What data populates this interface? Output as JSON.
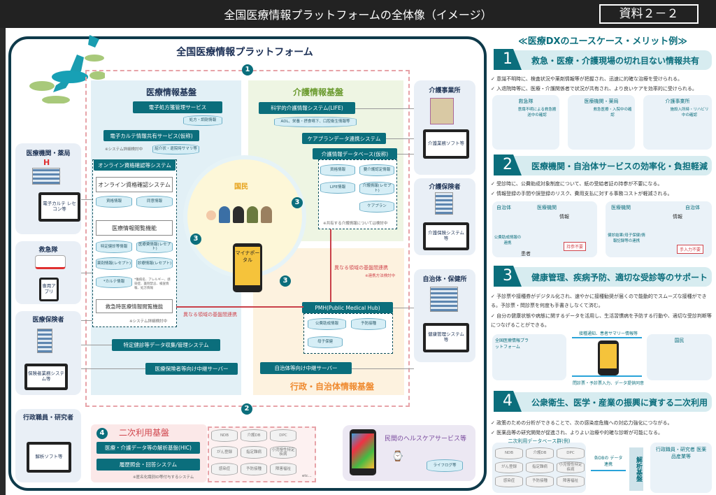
{
  "header": {
    "title": "全国医療情報プラットフォームの全体像（イメージ）",
    "doc_label": "資料２－２"
  },
  "platform": {
    "title": "全国医療情報プラットフォーム",
    "medical": {
      "title": "医療情報基盤",
      "eprescription": "電子処方箋管理サービス",
      "eprescription_db": "処方・調剤情報",
      "ehr_share": "電子カルテ情報共有サービス(仮称)",
      "ehr_note": "※システム詳細検討中",
      "ehr_db": "紹介状・退院時サマリ等",
      "online_sys": "オンライン資格確認等システム",
      "online_check": "オンライン資格確認システム",
      "db_eligibility": "資格情報",
      "db_consent": "同意情報",
      "viewing": "医療情報閲覧機能",
      "db_checkup": "特定健診等情報",
      "db_cost": "医療費情報(レセプト)",
      "db_drug": "薬剤情報(レセプト)",
      "db_clinical": "診療情報(レセプト)",
      "db_karte": "*カルテ情報",
      "karte_note": "*傷病名、アレルギー、感染症、薬剤禁忌、検査情報、処方情報",
      "emergency_view": "救急時医療情報閲覧機能",
      "emergency_note": "※システム詳細検討中",
      "checkup_sys": "特定健診等データ収集/管理システム",
      "insurer_relay": "医療保険者等向け中継サーバー"
    },
    "care": {
      "title": "介護情報基盤",
      "life": "科学的介護情報システム(LIFE)",
      "life_db": "ADL、栄養・摂食嚥下、口腔衛生情報等",
      "careplan": "ケアプランデータ連携システム",
      "care_db": "介護情報データベース(仮称)",
      "dbs": [
        "資格情報",
        "要介護認定情報",
        "LIFE情報",
        "介護情報(レセプト)",
        "ケアプラン"
      ],
      "note": "※共有する介護情報については検討中"
    },
    "citizen": {
      "label": "国民",
      "app": "マイナポータル"
    },
    "gov": {
      "title": "行政・自治体情報基盤",
      "pmh": "PMH(Public Medical Hub)",
      "dbs": [
        "公費助成情報",
        "予防接種",
        "母子保健"
      ],
      "relay": "自治体等向け中継サーバー"
    },
    "link_label": "異なる領域の基盤間連携",
    "link_note": "※連携方法検討中",
    "steps": [
      "1",
      "2",
      "3",
      "4"
    ],
    "secondary": {
      "title": "二次利用基盤",
      "hic": "医療・介護データ等の解析基盤(HIC)",
      "history": "履歴照会・回答システム",
      "note": "※匿名化識別ID等付与するシステム",
      "dbs": [
        "NDB",
        "介護DB",
        "DPC",
        "がん登録",
        "指定難病",
        "小児慢性特定疾病",
        "感染症",
        "予防接種",
        "障害福祉"
      ],
      "etc": "etc..."
    },
    "private": {
      "title": "民間のヘルスケアサービス等",
      "lifelog": "ライフログ等"
    },
    "entities": {
      "hospital": "医療機関・薬局",
      "hospital_device": "電子カルテ レセコン等",
      "ambulance": "救急隊",
      "ambulance_device": "専用アプリ",
      "insurer": "医療保険者",
      "insurer_device": "保険者業務システム等",
      "admin": "行政職員・研究者",
      "admin_device": "解析ソフト等",
      "care_office": "介護事業所",
      "care_office_device": "介護業務ソフト等",
      "care_insurer": "介護保険者",
      "care_insurer_device": "介護保険システム等",
      "municipality": "自治体・保健所",
      "municipality_device": "健康管理システム等"
    }
  },
  "usecases": {
    "title": "≪医療DXのユースケース・メリット例≫",
    "sections": [
      {
        "num": "1",
        "title": "救急・医療・介護現場の切れ目ない情報共有",
        "bullets": [
          "意識不明時に、検査状況や薬剤情報等が把握され、迅速に的確な治療を受けられる。",
          "入退院時等に、医療・介護関係者で状況が共有され、より良いケアを効率的に受けられる。"
        ],
        "cards": [
          {
            "title": "救急隊",
            "caption": "意識不明による救急搬送中の確認"
          },
          {
            "title": "医療機関・薬局",
            "caption": "救急医療・入院中の確認"
          },
          {
            "title": "介護事業所",
            "caption": "施設入所時・リハビリ中の確認"
          }
        ]
      },
      {
        "num": "2",
        "title": "医療機関・自治体サービスの効率化・負担軽減",
        "bullets": [
          "受診時に、公費助成対象制度について、紙の受給者証の持参が不要になる。",
          "情報登録の手間や誤登録のリスク、費用支払に対する事務コストが軽減される。"
        ],
        "cards": [
          {
            "left": "自治体",
            "right": "医療機関",
            "caption": "公費助成情報の連携",
            "info": "情報",
            "badge": "持参不要",
            "person": "患者"
          },
          {
            "left": "医療機関",
            "right": "自治体",
            "caption": "健診結果(母子保健)情報記録等の連携",
            "info": "情報",
            "badge": "手入力不要"
          }
        ]
      },
      {
        "num": "3",
        "title": "健康管理、疾病予防、適切な受診等のサポート",
        "bullets": [
          "予診票や接種券がデジタル化され、速やかに接種勧奨が届くので能動的でスムーズな接種ができる。予診票・問診票を何度も手書きしなくて済む。",
          "自分の健康状態や病態に関するデータを活用し、生活習慣病を予防する行動や、適切な受診判断等につなげることができる。"
        ],
        "platform_label": "全国医療情報プラットフォーム",
        "top_arrow": "接種通知、患者サマリー情報等",
        "bottom_arrow": "問診票・予診票入力、データ提供同意",
        "citizen": "国民"
      },
      {
        "num": "4",
        "title": "公衆衛生、医学・産業の振興に資する二次利用",
        "bullets": [
          "政策のための分析ができることで、次の感染症危機への対応力強化につながる。",
          "医薬品等の研究開発が促進され、よりよい治療や的確な診断が可能になる。"
        ],
        "db_group": "二次利用データベース群(例)",
        "dbs": [
          "NDB",
          "介護DB",
          "DPC",
          "がん登録",
          "指定難病",
          "小児慢性特定疾病",
          "感染症",
          "予防接種",
          "障害福祉"
        ],
        "arrow": "各DBの データ連携",
        "platform": "解析基盤",
        "users": "行政職員・研究者 医薬品産業等"
      }
    ]
  },
  "colors": {
    "teal": "#0b6e7c",
    "navy": "#0e3a4a",
    "pink_dash": "#e7a3a8",
    "red": "#d0454c",
    "orange": "#ef8a2f",
    "green": "#6a9a2e"
  }
}
